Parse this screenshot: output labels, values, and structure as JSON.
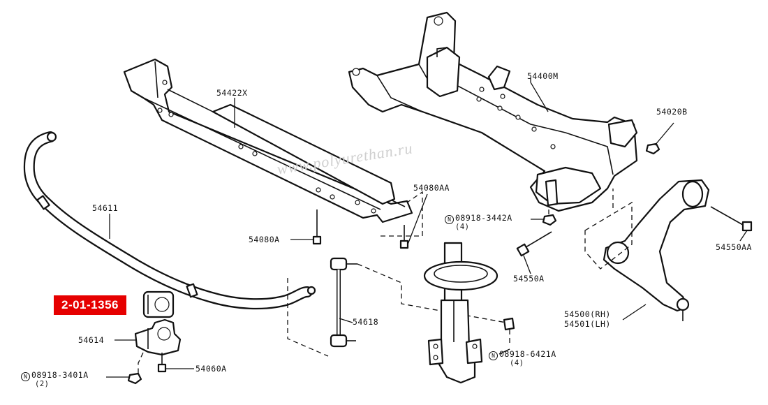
{
  "highlight": {
    "label": "2-01-1356",
    "color": "#e60000"
  },
  "watermark": "www.polyurethan.ru",
  "nut_marker": "N",
  "parts": {
    "crossmember_front": "54422X",
    "crossmember_main": "54400M",
    "nut_54020B": "54020B",
    "bolt_54080AA": "54080AA",
    "bolt_54080A": "54080A",
    "nut_08918_3442A": "08918-3442A",
    "nut_08918_3442A_qty": "(4)",
    "bolt_54550A": "54550A",
    "bolt_54550AA": "54550AA",
    "lower_arm_rh": "54500(RH)",
    "lower_arm_lh": "54501(LH)",
    "stabilizer_bar": "54611",
    "stabilizer_link": "54618",
    "nut_08918_6421A": "08918-6421A",
    "nut_08918_6421A_qty": "(4)",
    "bracket_54614": "54614",
    "bolt_54060A": "54060A",
    "nut_08918_3401A": "08918-3401A",
    "nut_08918_3401A_qty": "(2)"
  }
}
